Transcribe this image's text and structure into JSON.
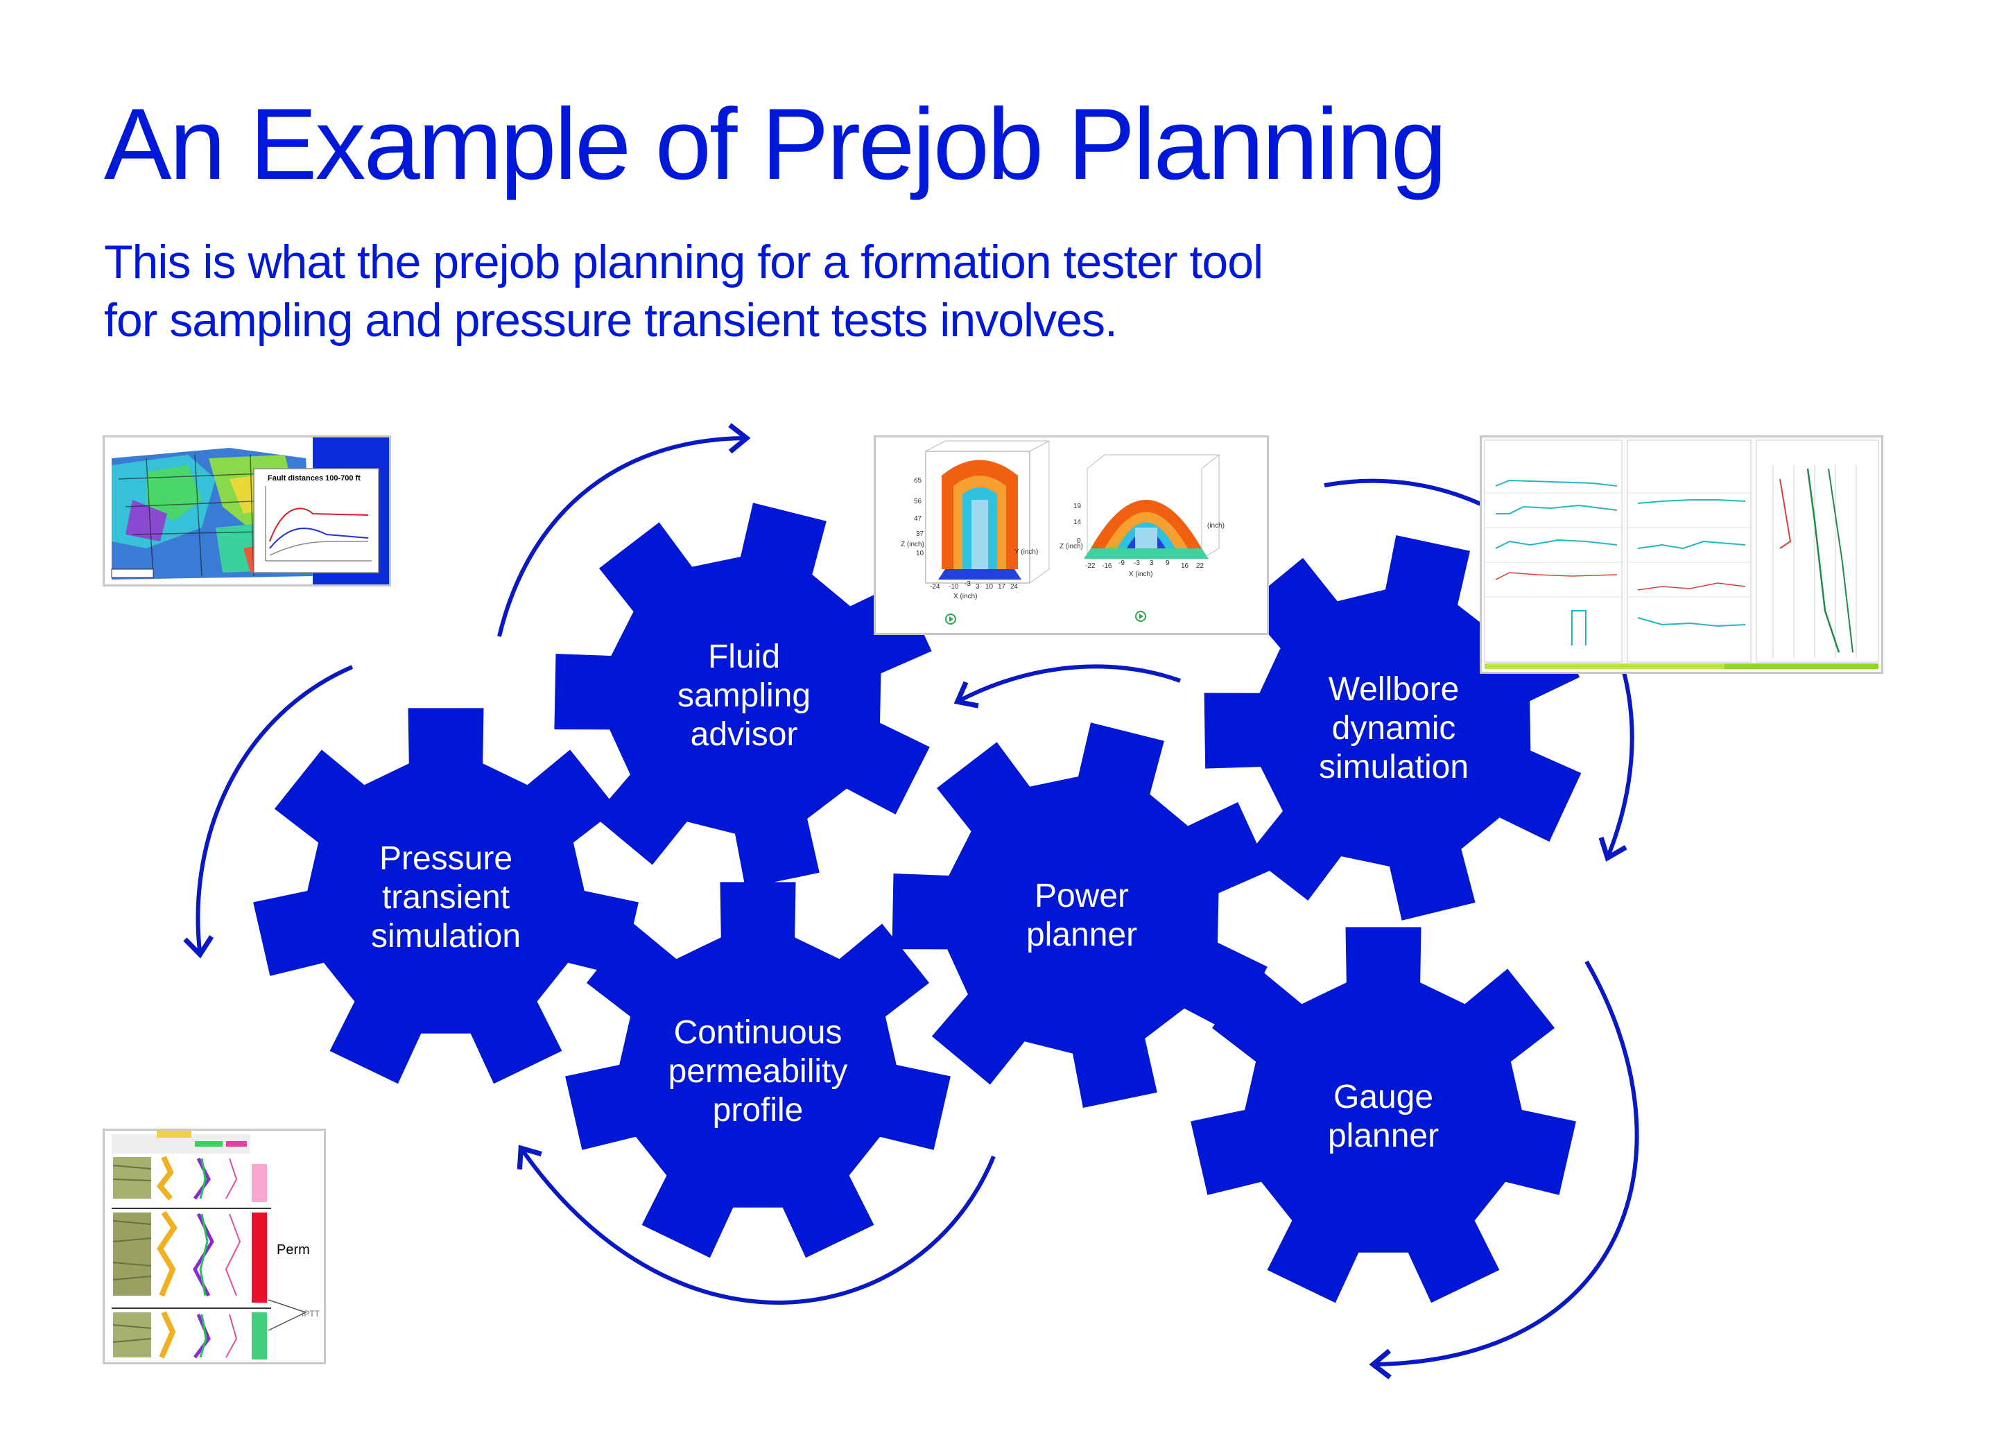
{
  "title": "An Example of Prejob Planning",
  "subtitle": [
    "This is what the prejob planning for a formation tester tool",
    "for sampling and pressure transient tests involves."
  ],
  "colors": {
    "accent": "#0018d8",
    "gear": "#0017d6",
    "arrow": "#0818c4"
  },
  "gears": [
    {
      "id": "fluid",
      "lines": [
        "Fluid",
        "sampling",
        "advisor"
      ]
    },
    {
      "id": "pressure",
      "lines": [
        "Pressure",
        "transient",
        "simulation"
      ]
    },
    {
      "id": "continuous",
      "lines": [
        "Continuous",
        "permeability",
        "profile"
      ]
    },
    {
      "id": "power",
      "lines": [
        "Power",
        "planner"
      ]
    },
    {
      "id": "wellbore",
      "lines": [
        "Wellbore",
        "dynamic",
        "simulation"
      ]
    },
    {
      "id": "gauge",
      "lines": [
        "Gauge",
        "planner"
      ]
    }
  ],
  "thumbnails": {
    "fault_map": {
      "inset_title": "Fault distances 100-700 ft"
    },
    "simulation_3d": {
      "left_axes": {
        "z": "Z (inch)",
        "x": "X (inch)",
        "y": "Y (inch)",
        "z_ticks": [
          "65",
          "56",
          "47",
          "37",
          "10"
        ],
        "x_ticks": [
          "-24",
          "-10",
          "-3",
          "3",
          "10",
          "17",
          "24"
        ]
      },
      "right_axes": {
        "z": "Z (inch)",
        "x": "X (inch)",
        "y": "(inch)",
        "z_ticks": [
          "19",
          "14",
          "0"
        ],
        "x_ticks": [
          "-22",
          "-16",
          "-9",
          "-3",
          "3",
          "9",
          "16",
          "22"
        ]
      }
    },
    "log_plot": {
      "perm_label": "Perm",
      "iptt_label": "IPTT"
    }
  }
}
